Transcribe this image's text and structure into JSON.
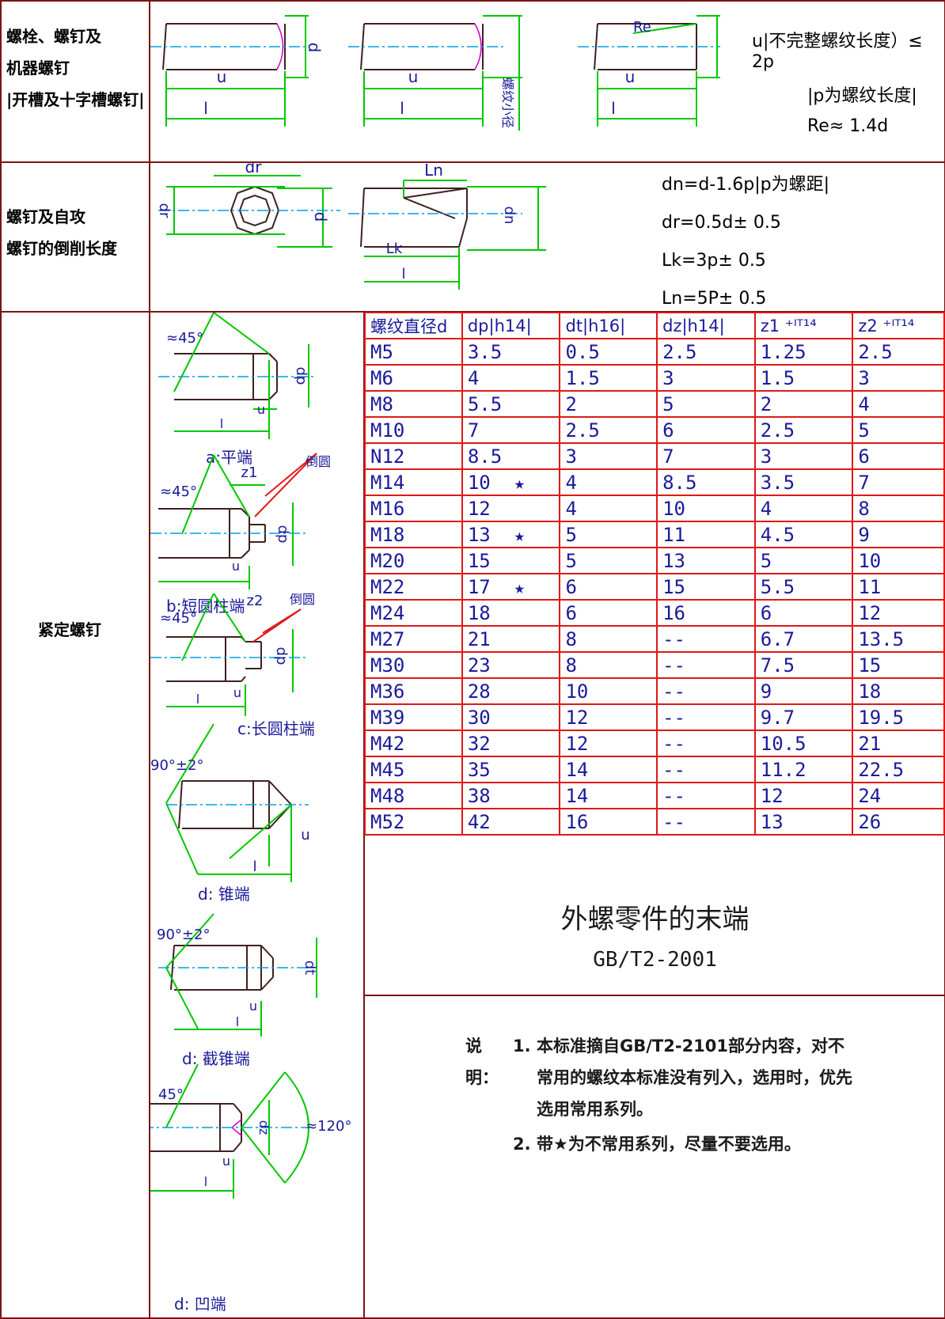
{
  "sections": {
    "bolts": {
      "label_lines": [
        "螺栓、螺钉及",
        "机器螺钉",
        "|开槽及十字槽螺钉|"
      ],
      "notes": [
        "u|不完整螺纹长度）≤ 2p",
        "|p为螺纹长度|",
        "Re≈ 1.4d"
      ],
      "dim_labels": {
        "d": "d",
        "u": "u",
        "l": "l",
        "re": "Re",
        "vertical_note": "螺纹小径"
      }
    },
    "self_tapping": {
      "label_lines": [
        "螺钉及自攻",
        "螺钉的倒削长度"
      ],
      "formulas": [
        "dn=d-1.6p|p为螺距|",
        "dr=0.5d± 0.5",
        "Lk=3p± 0.5",
        "Ln=5P± 0.5"
      ],
      "dim_labels": {
        "dr": "dr",
        "d": "d",
        "ln": "Ln",
        "lk": "Lk",
        "dn": "dn",
        "l": "l"
      }
    },
    "set_screws": {
      "label": "紧定螺钉",
      "captions": {
        "a": "a:平端",
        "b": "b:短圆柱端",
        "c": "c:长圆柱端",
        "d_cone": "d: 锥端",
        "d_trunc": "d: 截锥端",
        "d_cup": "d: 凹端"
      },
      "angles": [
        "≈45°",
        "≈45°",
        "≈45°",
        "90°±2°",
        "90°±2°",
        "45°",
        "≈120°"
      ],
      "dim_labels": {
        "dp": "dp",
        "u": "u",
        "l": "l",
        "z1": "z1",
        "z2": "z2",
        "chamfer": "倒圆",
        "dt": "dt",
        "dz": "dz"
      }
    }
  },
  "table": {
    "headers": [
      "螺纹直径d",
      "dp|h14|",
      "dt|h16|",
      "dz|h14|",
      "z1 ⁺ᴵᵀ¹⁴",
      "z2 ⁺ᴵᵀ¹⁴"
    ],
    "star_glyph": "★",
    "rows": [
      {
        "d": "M5",
        "dp": "3.5",
        "star": false,
        "dt": "0.5",
        "dz": "2.5",
        "z1": "1.25",
        "z2": "2.5"
      },
      {
        "d": "M6",
        "dp": "4",
        "star": false,
        "dt": "1.5",
        "dz": "3",
        "z1": "1.5",
        "z2": "3"
      },
      {
        "d": "M8",
        "dp": "5.5",
        "star": false,
        "dt": "2",
        "dz": "5",
        "z1": "2",
        "z2": "4"
      },
      {
        "d": "M10",
        "dp": "7",
        "star": false,
        "dt": "2.5",
        "dz": "6",
        "z1": "2.5",
        "z2": "5"
      },
      {
        "d": "N12",
        "dp": "8.5",
        "star": false,
        "dt": "3",
        "dz": "7",
        "z1": "3",
        "z2": "6"
      },
      {
        "d": "M14",
        "dp": "10",
        "star": true,
        "dt": "4",
        "dz": "8.5",
        "z1": "3.5",
        "z2": "7"
      },
      {
        "d": "M16",
        "dp": "12",
        "star": false,
        "dt": "4",
        "dz": "10",
        "z1": "4",
        "z2": "8"
      },
      {
        "d": "M18",
        "dp": "13",
        "star": true,
        "dt": "5",
        "dz": "11",
        "z1": "4.5",
        "z2": "9"
      },
      {
        "d": "M20",
        "dp": "15",
        "star": false,
        "dt": "5",
        "dz": "13",
        "z1": "5",
        "z2": "10"
      },
      {
        "d": "M22",
        "dp": "17",
        "star": true,
        "dt": "6",
        "dz": "15",
        "z1": "5.5",
        "z2": "11"
      },
      {
        "d": "M24",
        "dp": "18",
        "star": false,
        "dt": "6",
        "dz": "16",
        "z1": "6",
        "z2": "12"
      },
      {
        "d": "M27",
        "dp": "21",
        "star": false,
        "dt": "8",
        "dz": "--",
        "z1": "6.7",
        "z2": "13.5"
      },
      {
        "d": "M30",
        "dp": "23",
        "star": false,
        "dt": "8",
        "dz": "--",
        "z1": "7.5",
        "z2": "15"
      },
      {
        "d": "M36",
        "dp": "28",
        "star": false,
        "dt": "10",
        "dz": "--",
        "z1": "9",
        "z2": "18"
      },
      {
        "d": "M39",
        "dp": "30",
        "star": false,
        "dt": "12",
        "dz": "--",
        "z1": "9.7",
        "z2": "19.5"
      },
      {
        "d": "M42",
        "dp": "32",
        "star": false,
        "dt": "12",
        "dz": "--",
        "z1": "10.5",
        "z2": "21"
      },
      {
        "d": "M45",
        "dp": "35",
        "star": false,
        "dt": "14",
        "dz": "--",
        "z1": "11.2",
        "z2": "22.5"
      },
      {
        "d": "M48",
        "dp": "38",
        "star": false,
        "dt": "14",
        "dz": "--",
        "z1": "12",
        "z2": "24"
      },
      {
        "d": "M52",
        "dp": "42",
        "star": false,
        "dt": "16",
        "dz": "--",
        "z1": "13",
        "z2": "26"
      }
    ]
  },
  "title": "外螺零件的末端",
  "standard": "GB/T2-2001",
  "explanation": {
    "prefix": "说明：",
    "items": [
      {
        "num": "1.",
        "lines": [
          "本标准摘自GB/T2-2101部分内容，对不",
          "常用的螺纹本标准没有列入，选用时，优先",
          "选用常用系列。"
        ]
      },
      {
        "num": "2.",
        "lines": [
          "带★为不常用系列，尽量不要选用。"
        ]
      }
    ]
  },
  "colors": {
    "frame": "#7a1414",
    "table_border": "#e01818",
    "dim_green": "#00c800",
    "axis_cyan": "#00a0e0",
    "outline_dark": "#402020",
    "accent_magenta": "#d000d0",
    "arrow_red": "#e01818",
    "text_blue": "#1a1a9a"
  }
}
